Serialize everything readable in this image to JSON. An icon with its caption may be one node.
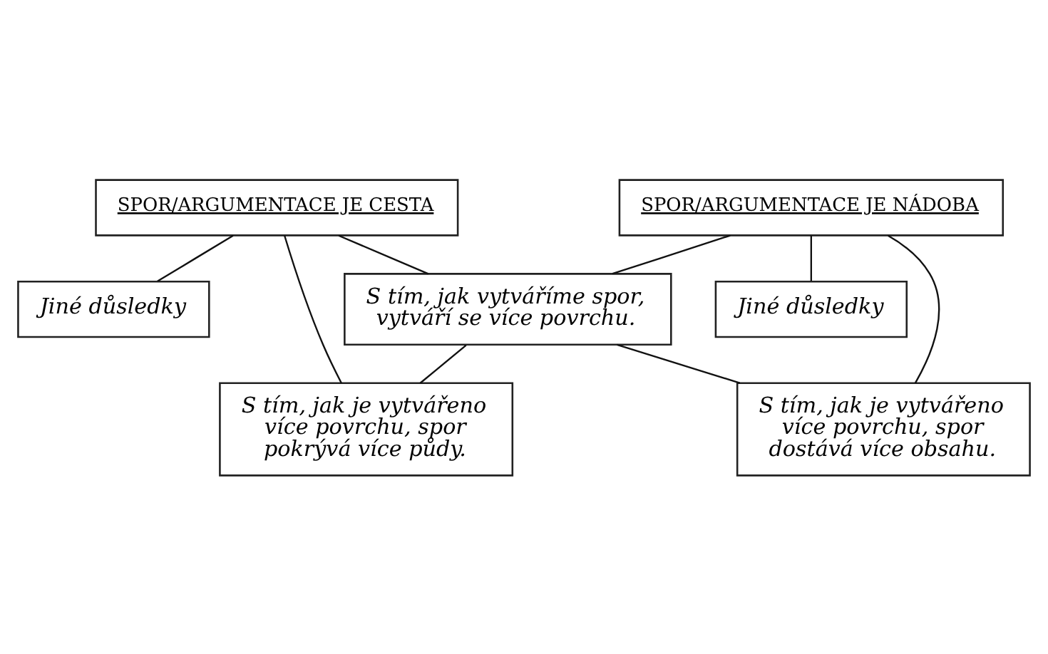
{
  "diagram": {
    "nodes": [
      {
        "text": [
          "SPOR/ARGUMENTACE JE CESTA"
        ]
      },
      {
        "text": [
          "SPOR/ARGUMENTACE JE NÁDOBA"
        ]
      },
      {
        "text": [
          "S tím, jak vytváříme spor, vytváří se více povrchu."
        ]
      },
      {
        "text": [
          "Jiné důsledky"
        ]
      },
      {
        "text": [
          "Jiné důsledky"
        ]
      },
      {
        "text": [
          "S tím, jak je vytvářeno více povrchu, spor pokrývá více půdy."
        ]
      },
      {
        "text": [
          "S tím, jak je vytvářeno více povrchu, spor dostává více obsahu."
        ]
      }
    ],
    "edges": [
      {
        "from": 0,
        "to": 3,
        "arrow": "none"
      },
      {
        "from": 0,
        "to": 5,
        "arrow": "none"
      },
      {
        "from": 0,
        "to": 2,
        "arrow": "none"
      },
      {
        "from": 1,
        "to": 2,
        "arrow": "none"
      },
      {
        "from": 1,
        "to": 4,
        "arrow": "none"
      },
      {
        "from": 1,
        "to": 6,
        "arrow": "none"
      },
      {
        "from": 2,
        "to": 5,
        "arrow": "none"
      },
      {
        "from": 2,
        "to": 6,
        "arrow": "none"
      }
    ]
  }
}
